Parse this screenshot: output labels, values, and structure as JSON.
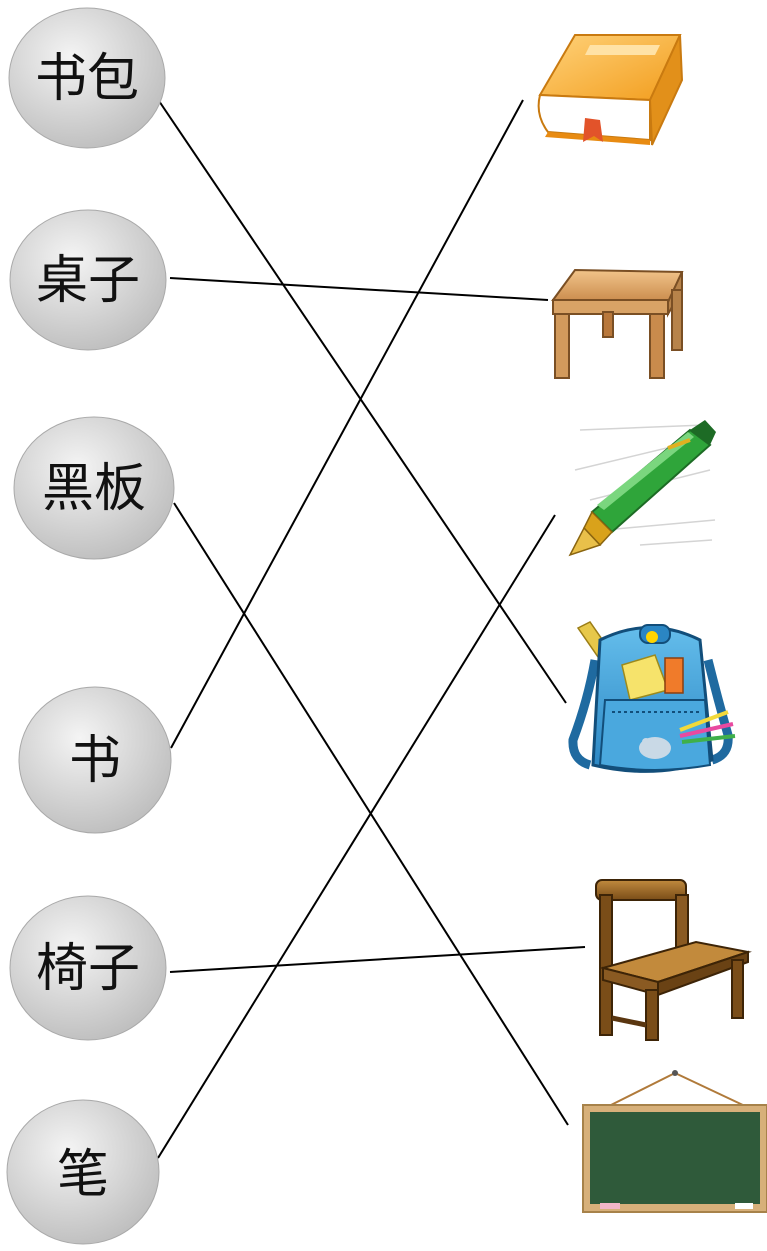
{
  "words": [
    {
      "id": "shubao",
      "text": "书包"
    },
    {
      "id": "zhuozi",
      "text": "桌子"
    },
    {
      "id": "heiban",
      "text": "黑板"
    },
    {
      "id": "shu",
      "text": "书"
    },
    {
      "id": "yizi",
      "text": "椅子"
    },
    {
      "id": "bi",
      "text": "笔"
    }
  ],
  "pictures": [
    {
      "id": "book",
      "icon": "book-icon"
    },
    {
      "id": "table",
      "icon": "table-icon"
    },
    {
      "id": "pen",
      "icon": "fountain-pen-icon"
    },
    {
      "id": "backpack",
      "icon": "backpack-icon"
    },
    {
      "id": "chair",
      "icon": "chair-icon"
    },
    {
      "id": "blackboard",
      "icon": "blackboard-icon"
    }
  ],
  "matches": [
    {
      "word": "shubao",
      "picture": "backpack"
    },
    {
      "word": "zhuozi",
      "picture": "table"
    },
    {
      "word": "heiban",
      "picture": "blackboard"
    },
    {
      "word": "shu",
      "picture": "book"
    },
    {
      "word": "yizi",
      "picture": "chair"
    },
    {
      "word": "bi",
      "picture": "pen"
    }
  ],
  "colors": {
    "oval_light": "#ececec",
    "oval_dark": "#bdbdbd",
    "line": "#000000",
    "book_cover": "#f6a928",
    "backpack": "#3aa0d8",
    "blackboard": "#2f5a3a",
    "wood": "#8b5a1f",
    "pen": "#2fa53a"
  }
}
